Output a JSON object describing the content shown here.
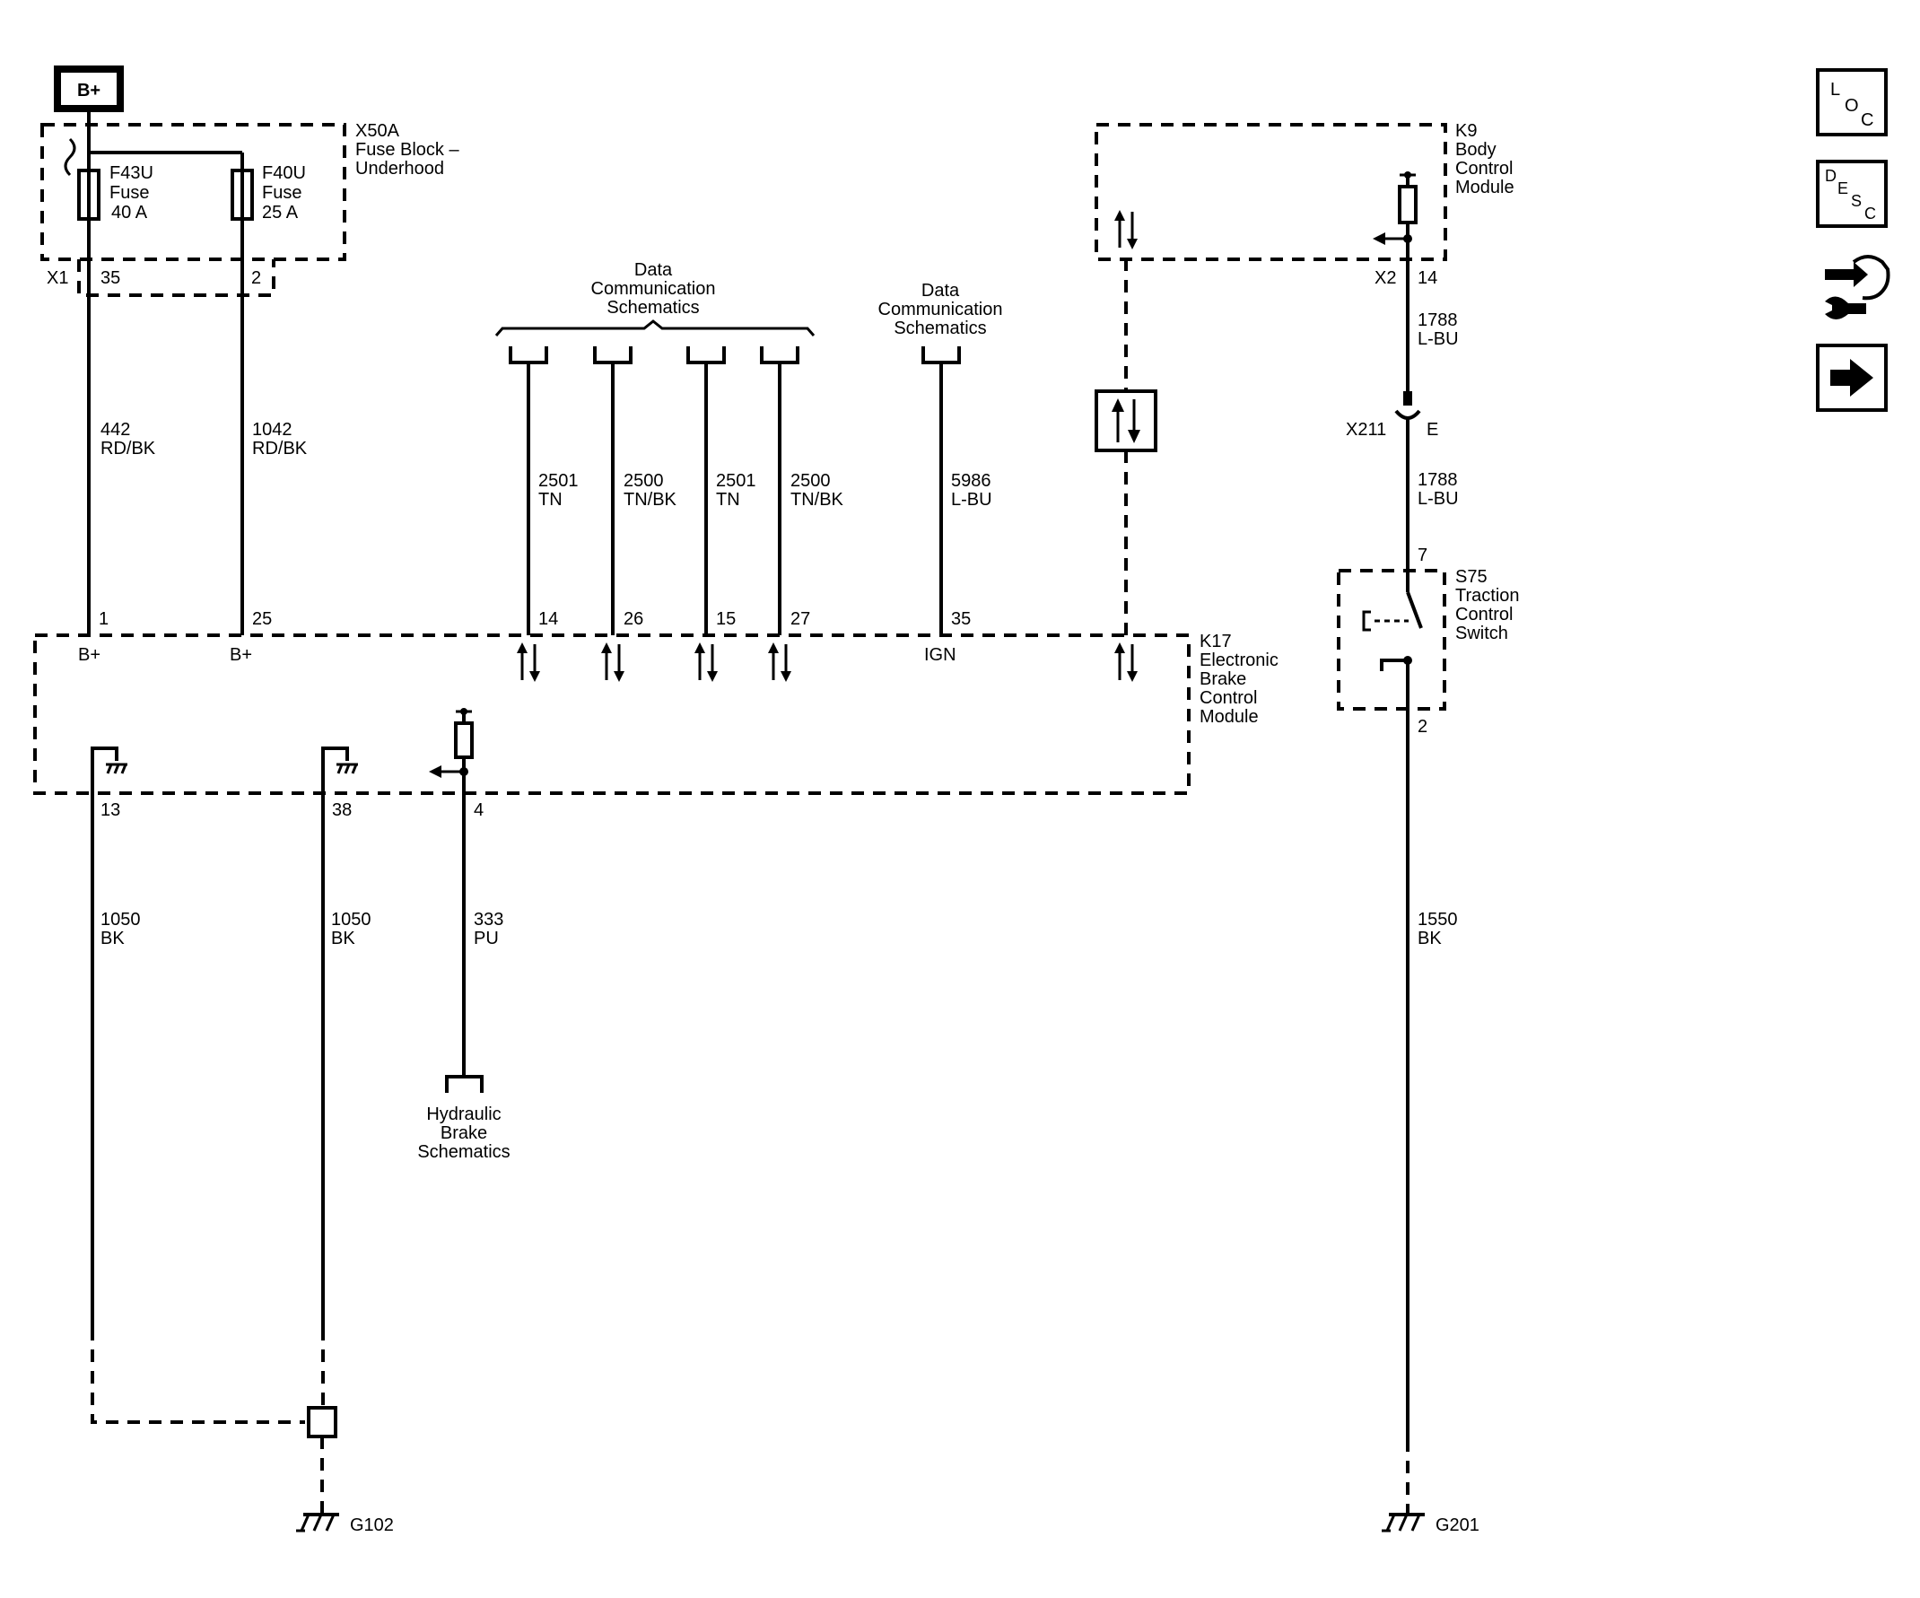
{
  "power": {
    "bplus_box": "B+"
  },
  "fuse_block": {
    "ref": "X50A",
    "name_line1": "Fuse Block –",
    "name_line2": "Underhood",
    "connector": "X1",
    "fuses": [
      {
        "name": "F43U",
        "type": "Fuse",
        "rating": "40 A",
        "pin": "35"
      },
      {
        "name": "F40U",
        "type": "Fuse",
        "rating": "25 A",
        "pin": "2"
      }
    ]
  },
  "wires_power": [
    {
      "circuit": "442",
      "color": "RD/BK"
    },
    {
      "circuit": "1042",
      "color": "RD/BK"
    }
  ],
  "data_comm_group": {
    "line1": "Data",
    "line2": "Communication",
    "line3": "Schematics"
  },
  "data_comm_single": {
    "line1": "Data",
    "line2": "Communication",
    "line3": "Schematics"
  },
  "data_wires": [
    {
      "circuit": "2501",
      "color": "TN",
      "pin": "14"
    },
    {
      "circuit": "2500",
      "color": "TN/BK",
      "pin": "26"
    },
    {
      "circuit": "2501",
      "color": "TN",
      "pin": "15"
    },
    {
      "circuit": "2500",
      "color": "TN/BK",
      "pin": "27"
    },
    {
      "circuit": "5986",
      "color": "L-BU",
      "pin": "35"
    }
  ],
  "ebcm": {
    "ref": "K17",
    "line1": "Electronic",
    "line2": "Brake",
    "line3": "Control",
    "line4": "Module",
    "pin1": "1",
    "pin25": "25",
    "bplus1": "B+",
    "bplus2": "B+",
    "ign": "IGN",
    "ground_pins": [
      "13",
      "38"
    ],
    "out_pin": "4"
  },
  "ground_wires": [
    {
      "circuit": "1050",
      "color": "BK"
    },
    {
      "circuit": "1050",
      "color": "BK"
    }
  ],
  "brake_wire": {
    "circuit": "333",
    "color": "PU"
  },
  "hydraulic": {
    "line1": "Hydraulic",
    "line2": "Brake",
    "line3": "Schematics"
  },
  "grounds": {
    "left": "G102",
    "right": "G201"
  },
  "bcm": {
    "ref": "K9",
    "line1": "Body",
    "line2": "Control",
    "line3": "Module",
    "connector": "X2",
    "pin": "14"
  },
  "bcm_wires": [
    {
      "circuit": "1788",
      "color": "L-BU"
    },
    {
      "circuit": "1788",
      "color": "L-BU"
    }
  ],
  "inline_connector": {
    "ref": "X211",
    "pin": "E"
  },
  "switch": {
    "ref": "S75",
    "line1": "Traction",
    "line2": "Control",
    "line3": "Switch",
    "pin_top": "7",
    "pin_bottom": "2"
  },
  "switch_wire": {
    "circuit": "1550",
    "color": "BK"
  },
  "nav": {
    "loc": [
      "L",
      "O",
      "C"
    ],
    "desc": [
      "D",
      "E",
      "S",
      "C"
    ]
  }
}
